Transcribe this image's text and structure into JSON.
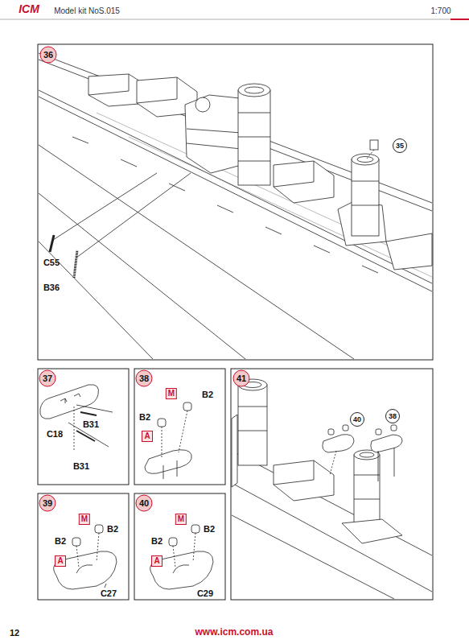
{
  "diagram": {
    "nodes": [
      {
        "text": [
          "36"
        ]
      },
      {
        "text": [
          "35"
        ]
      },
      {
        "text": [
          "37"
        ]
      },
      {
        "text": [
          "38"
        ]
      },
      {
        "text": [
          "M"
        ]
      },
      {
        "text": [
          "A"
        ]
      },
      {
        "text": [
          "39"
        ]
      },
      {
        "text": [
          "M"
        ]
      },
      {
        "text": [
          "A"
        ]
      },
      {
        "text": [
          "40"
        ]
      },
      {
        "text": [
          "M"
        ]
      },
      {
        "text": [
          "A"
        ]
      },
      {
        "text": [
          "41"
        ]
      },
      {
        "text": [
          "40"
        ]
      },
      {
        "text": [
          "38"
        ]
      }
    ],
    "edges": [],
    "labels": [
      "Model kit NoS.015",
      "1:700",
      "ICM",
      "C55",
      "B36",
      "B31",
      "C18",
      "B31",
      "B2",
      "B2",
      "B2",
      "B2",
      "C27",
      "B2",
      "B2",
      "C29",
      "12",
      "www.icm.com.ua"
    ]
  }
}
